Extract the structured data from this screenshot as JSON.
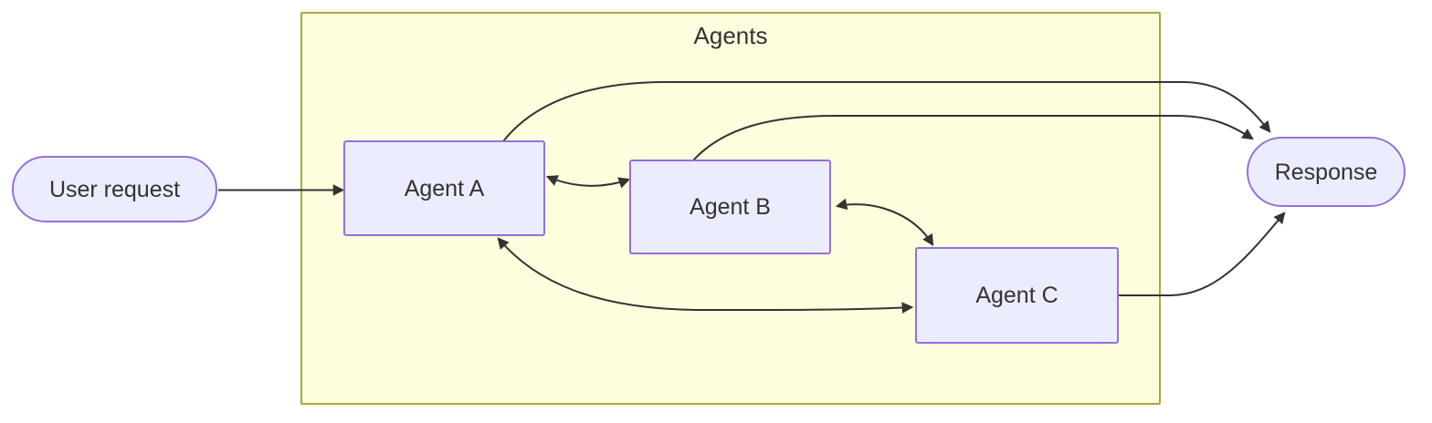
{
  "diagram": {
    "type": "flowchart",
    "direction": "left-to-right",
    "background_color": "#ffffff",
    "colors": {
      "node_fill": "#ECECFF",
      "node_border": "#9370DB",
      "cluster_fill": "#FEFEDE",
      "cluster_border": "#AAAA33",
      "edge": "#333333",
      "text": "#333333"
    },
    "cluster": {
      "label": "Agents",
      "contains": [
        "Agent A",
        "Agent B",
        "Agent C"
      ]
    },
    "nodes": [
      {
        "id": "user-request",
        "label": "User request",
        "shape": "stadium"
      },
      {
        "id": "agent-a",
        "label": "Agent A",
        "shape": "rectangle",
        "group": "Agents"
      },
      {
        "id": "agent-b",
        "label": "Agent B",
        "shape": "rectangle",
        "group": "Agents"
      },
      {
        "id": "agent-c",
        "label": "Agent C",
        "shape": "rectangle",
        "group": "Agents"
      },
      {
        "id": "response",
        "label": "Response",
        "shape": "stadium"
      }
    ],
    "edges": [
      {
        "from": "User request",
        "to": "Agent A",
        "arrows": "forward"
      },
      {
        "from": "Agent A",
        "to": "Agent B",
        "arrows": "both"
      },
      {
        "from": "Agent B",
        "to": "Agent C",
        "arrows": "both"
      },
      {
        "from": "Agent A",
        "to": "Agent C",
        "arrows": "both"
      },
      {
        "from": "Agent A",
        "to": "Response",
        "arrows": "forward"
      },
      {
        "from": "Agent B",
        "to": "Response",
        "arrows": "forward"
      },
      {
        "from": "Agent C",
        "to": "Response",
        "arrows": "forward"
      }
    ]
  }
}
